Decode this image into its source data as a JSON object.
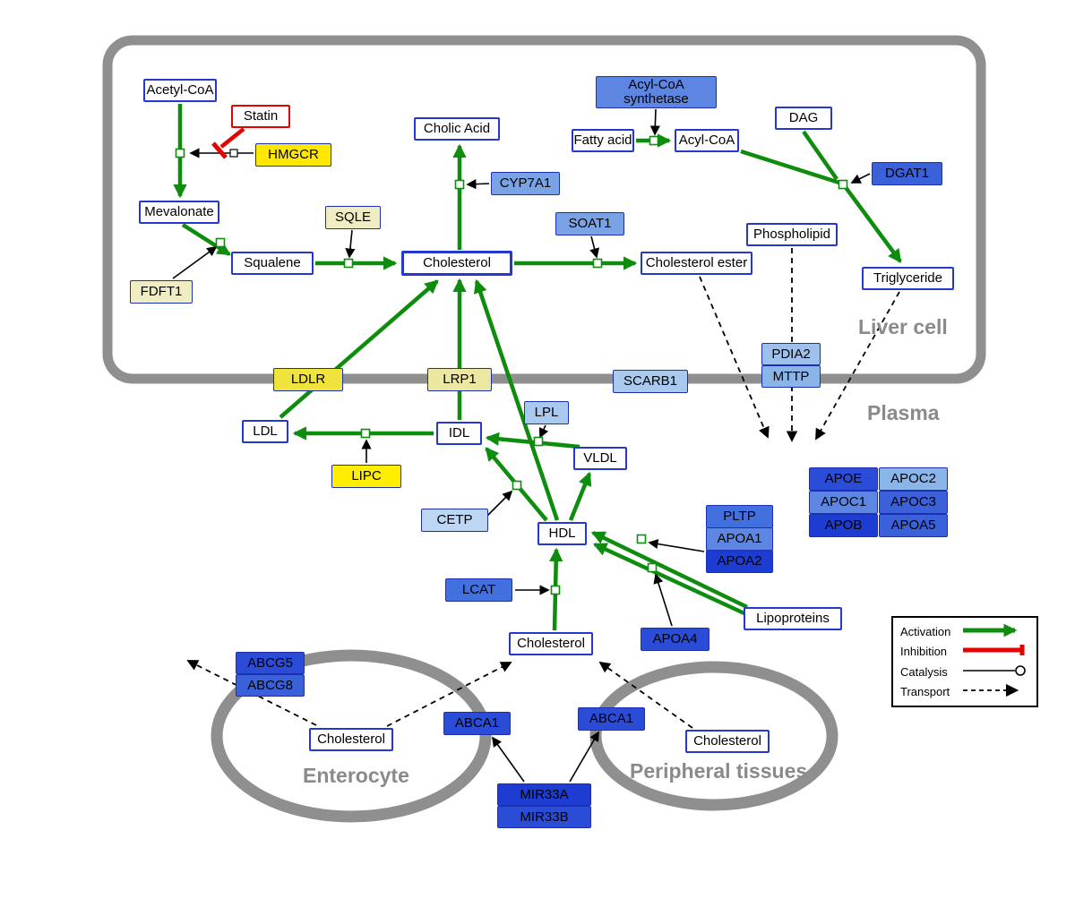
{
  "regions": {
    "liver": "Liver cell",
    "plasma": "Plasma",
    "enterocyte": "Enterocyte",
    "peripheral": "Peripheral tissues"
  },
  "legend": {
    "activation": "Activation",
    "inhibition": "Inhibition",
    "catalysis": "Catalysis",
    "transport": "Transport"
  },
  "nodes": {
    "acetyl_coa": "Acetyl-CoA",
    "statin": "Statin",
    "hmgcr": "HMGCR",
    "mevalonate": "Mevalonate",
    "sqle": "SQLE",
    "fdft1": "FDFT1",
    "squalene": "Squalene",
    "cholic_acid": "Cholic Acid",
    "cyp7a1": "CYP7A1",
    "cholesterol_liver": "Cholesterol",
    "soat1": "SOAT1",
    "cholesterol_ester": "Cholesterol ester",
    "acyl_coa_synthetase": "Acyl-CoA synthetase",
    "fatty_acid": "Fatty acid",
    "acyl_coa": "Acyl-CoA",
    "dag": "DAG",
    "dgat1": "DGAT1",
    "phospholipid": "Phospholipid",
    "triglyceride": "Triglyceride",
    "ldlr": "LDLR",
    "lrp1": "LRP1",
    "scarb1": "SCARB1",
    "pdia2": "PDIA2",
    "mttp": "MTTP",
    "ldl": "LDL",
    "idl": "IDL",
    "lpl": "LPL",
    "vldl": "VLDL",
    "lipc": "LIPC",
    "cetp": "CETP",
    "hdl": "HDL",
    "pltp": "PLTP",
    "apoa1": "APOA1",
    "apoa2": "APOA2",
    "apoe": "APOE",
    "apoc2": "APOC2",
    "apoc1": "APOC1",
    "apoc3": "APOC3",
    "apob": "APOB",
    "apoa5": "APOA5",
    "lcat": "LCAT",
    "apoa4": "APOA4",
    "lipoproteins": "Lipoproteins",
    "cholesterol_plasma": "Cholesterol",
    "abcg5": "ABCG5",
    "abcg8": "ABCG8",
    "cholesterol_enterocyte": "Cholesterol",
    "abca1_left": "ABCA1",
    "abca1_right": "ABCA1",
    "cholesterol_peripheral": "Cholesterol",
    "mir33a": "MIR33A",
    "mir33b": "MIR33B"
  },
  "colors": {
    "activation": "#0d8c0d",
    "inhibition": "#e60000",
    "catalysis": "#000000",
    "transport": "#000000",
    "membrane": "#8f8f8f",
    "metabolite_border": "#2438cf",
    "gene_yellow": "#ffe800",
    "gene_pale_yellow": "#f1edc3",
    "gene_blue_light": "#bcd6f3",
    "gene_blue_dark": "#1c3cd2"
  }
}
